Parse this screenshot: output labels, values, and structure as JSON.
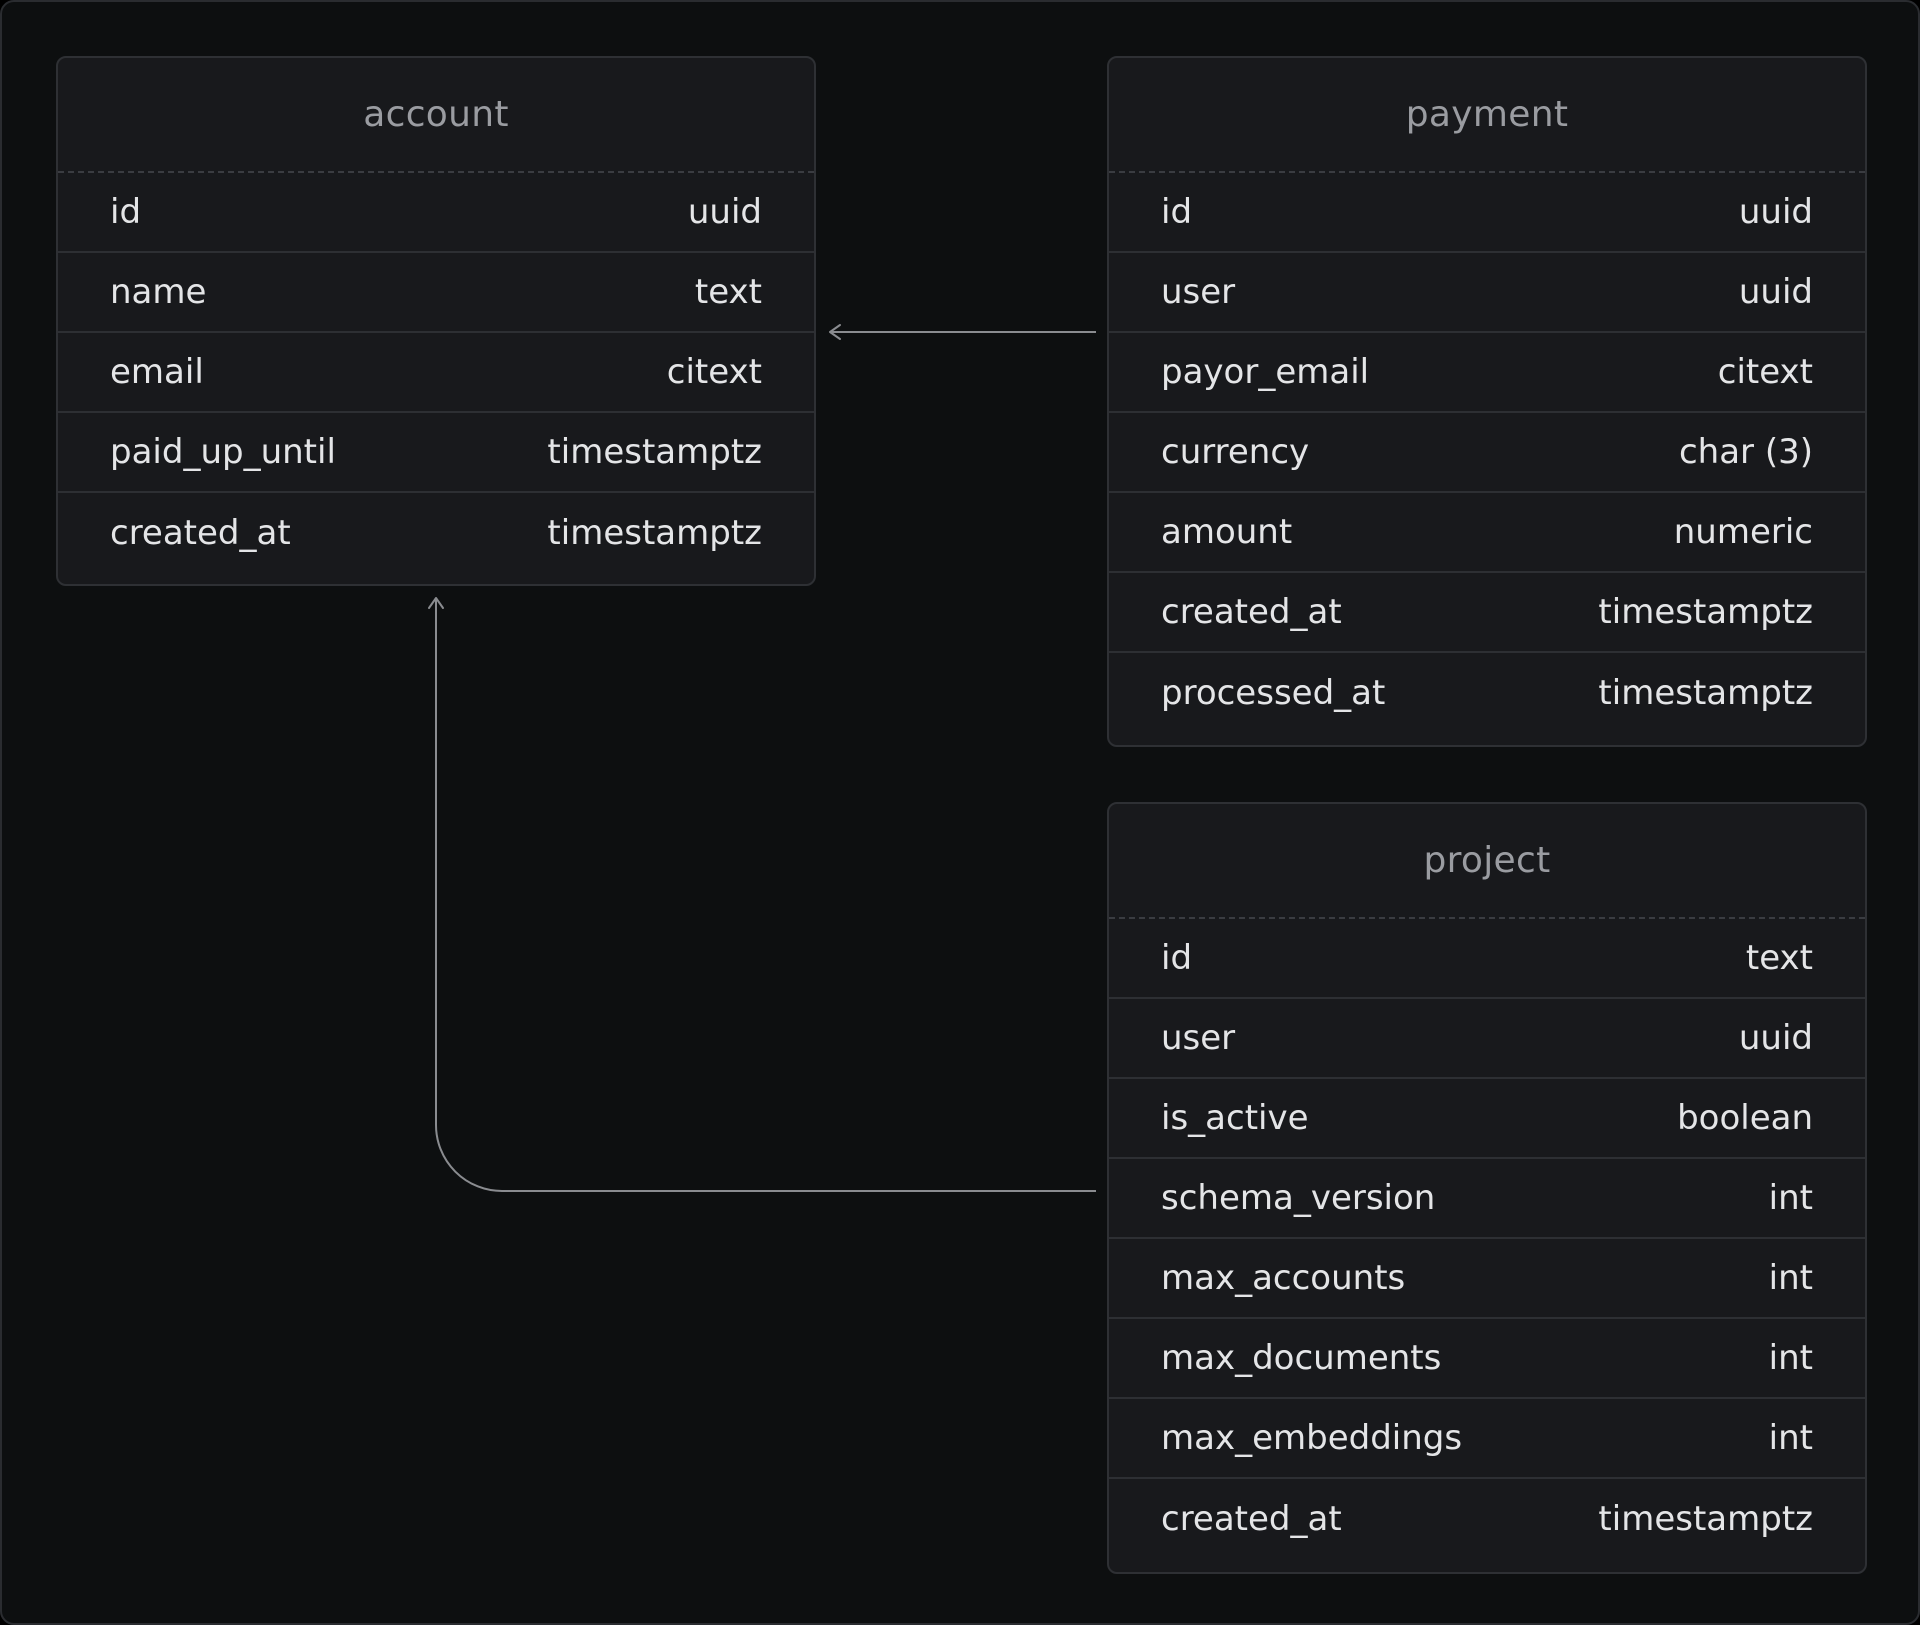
{
  "tables": [
    {
      "name": "account",
      "columns": [
        {
          "name": "id",
          "type": "uuid"
        },
        {
          "name": "name",
          "type": "text"
        },
        {
          "name": "email",
          "type": "citext"
        },
        {
          "name": "paid_up_until",
          "type": "timestamptz"
        },
        {
          "name": "created_at",
          "type": "timestamptz"
        }
      ]
    },
    {
      "name": "payment",
      "columns": [
        {
          "name": "id",
          "type": "uuid"
        },
        {
          "name": "user",
          "type": "uuid"
        },
        {
          "name": "payor_email",
          "type": "citext"
        },
        {
          "name": "currency",
          "type": "char (3)"
        },
        {
          "name": "amount",
          "type": "numeric"
        },
        {
          "name": "created_at",
          "type": "timestamptz"
        },
        {
          "name": "processed_at",
          "type": "timestamptz"
        }
      ]
    },
    {
      "name": "project",
      "columns": [
        {
          "name": "id",
          "type": "text"
        },
        {
          "name": "user",
          "type": "uuid"
        },
        {
          "name": "is_active",
          "type": "boolean"
        },
        {
          "name": "schema_version",
          "type": "int"
        },
        {
          "name": "max_accounts",
          "type": "int"
        },
        {
          "name": "max_documents",
          "type": "int"
        },
        {
          "name": "max_embeddings",
          "type": "int"
        },
        {
          "name": "created_at",
          "type": "timestamptz"
        }
      ]
    }
  ],
  "relations": [
    {
      "from_table": "payment",
      "from_column": "user",
      "to_table": "account"
    },
    {
      "from_table": "project",
      "from_column": "schema_version",
      "to_table": "account"
    }
  ],
  "colors": {
    "background": "#0d0f10",
    "card": "#18191c",
    "border": "#2e3034",
    "header_text": "#9a9ca1",
    "row_text": "#e4e5e7",
    "connector": "#8a8c90"
  }
}
